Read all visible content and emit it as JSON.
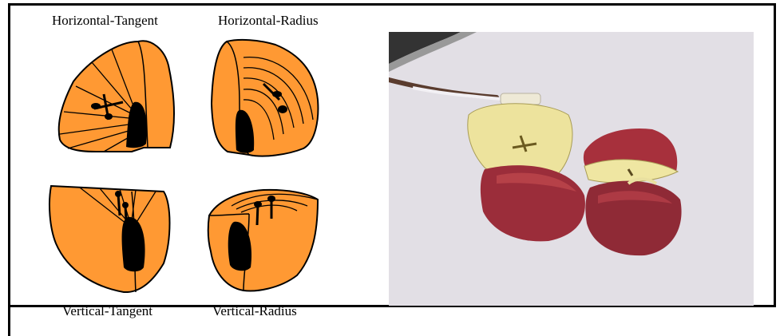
{
  "labels": {
    "horizontal_tangent": "Horizontal-Tangent",
    "horizontal_radius": "Horizontal-Radius",
    "vertical_tangent": "Vertical-Tangent",
    "vertical_radius": "Vertical-Radius"
  },
  "colors": {
    "fruit_flesh": "#FF9933",
    "core": "#000000",
    "photo_background": "#E8E6EC"
  },
  "photo": {
    "subject": "cut-apple-with-probe"
  }
}
